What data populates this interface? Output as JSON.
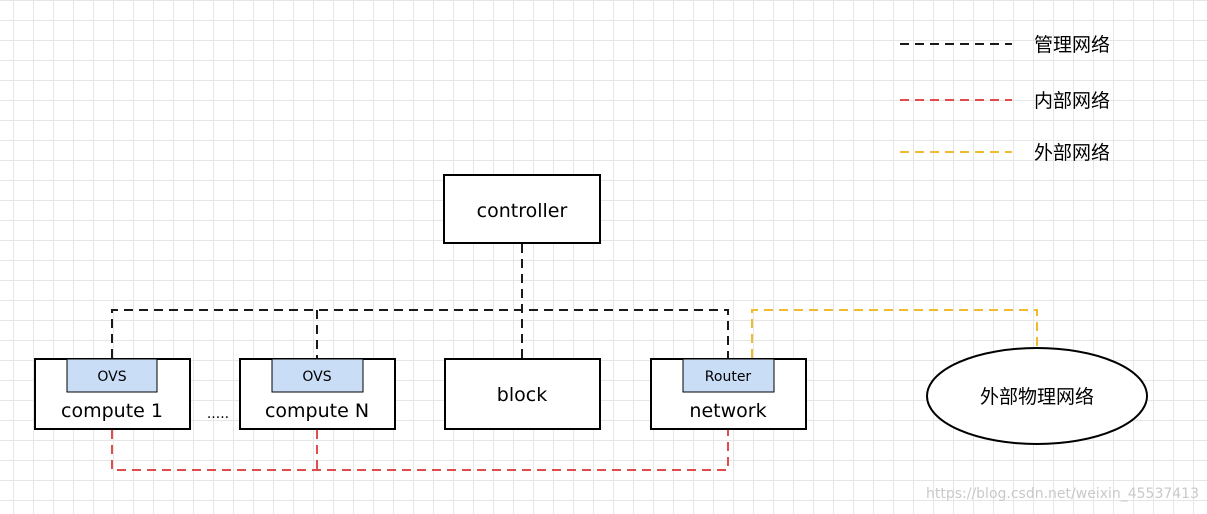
{
  "legend": {
    "management": "管理网络",
    "internal": "内部网络",
    "external": "外部网络"
  },
  "nodes": {
    "controller": "controller",
    "compute1": "compute 1",
    "computeN": "compute N",
    "block": "block",
    "network": "network",
    "ovs1": "OVS",
    "ovsN": "OVS",
    "router": "Router",
    "external_net": "外部物理网络",
    "ellipsis": "....."
  },
  "colors": {
    "management": "#1a1a1a",
    "internal": "#e04b4b",
    "external": "#f1bb2f",
    "component_fill": "#c9def6"
  },
  "watermark": "https://blog.csdn.net/weixin_45537413"
}
